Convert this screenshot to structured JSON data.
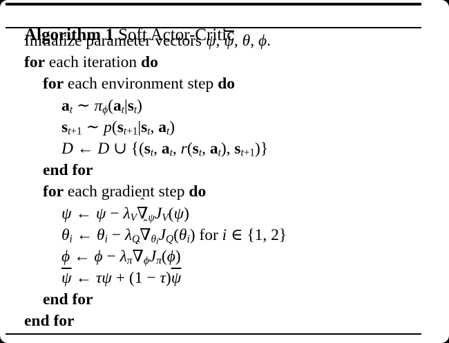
{
  "frame": {
    "outside_color": "#000000",
    "paper_color": "#ffffff",
    "text_color": "#000000"
  },
  "algorithm": {
    "header": {
      "label": "Algorithm 1",
      "title": " Soft Actor-Critic"
    },
    "symbols": {
      "hat": "ˆ"
    },
    "lines": [
      {
        "indent": 1,
        "seg": [
          {
            "t": "Initialize parameter vectors "
          },
          {
            "t": "ψ",
            "i": true
          },
          {
            "t": ", "
          },
          {
            "t": "ψ",
            "i": true,
            "bar": true
          },
          {
            "t": ", "
          },
          {
            "t": "θ",
            "i": true
          },
          {
            "t": ", "
          },
          {
            "t": "ϕ",
            "i": true
          },
          {
            "t": "."
          }
        ]
      },
      {
        "indent": 1,
        "seg": [
          {
            "t": "for",
            "b": true
          },
          {
            "t": " each iteration "
          },
          {
            "t": "do",
            "b": true
          }
        ]
      },
      {
        "indent": 2,
        "seg": [
          {
            "t": "for",
            "b": true
          },
          {
            "t": " each environment step "
          },
          {
            "t": "do",
            "b": true
          }
        ]
      },
      {
        "indent": 3,
        "seg": [
          {
            "t": "a",
            "b": true
          },
          {
            "t": "t",
            "i": true,
            "sub": true
          },
          {
            "t": " ∼ "
          },
          {
            "t": "π",
            "i": true
          },
          {
            "t": "ϕ",
            "i": true,
            "sub": true
          },
          {
            "t": "("
          },
          {
            "t": "a",
            "b": true
          },
          {
            "t": "t",
            "i": true,
            "sub": true
          },
          {
            "t": "|"
          },
          {
            "t": "s",
            "b": true
          },
          {
            "t": "t",
            "i": true,
            "sub": true
          },
          {
            "t": ")"
          }
        ]
      },
      {
        "indent": 3,
        "seg": [
          {
            "t": "s",
            "b": true
          },
          {
            "t": "t",
            "i": true,
            "sub": true
          },
          {
            "t": "+1",
            "sub": true
          },
          {
            "t": " ∼ "
          },
          {
            "t": "p",
            "i": true
          },
          {
            "t": "("
          },
          {
            "t": "s",
            "b": true
          },
          {
            "t": "t",
            "i": true,
            "sub": true
          },
          {
            "t": "+1",
            "sub": true
          },
          {
            "t": "|"
          },
          {
            "t": "s",
            "b": true
          },
          {
            "t": "t",
            "i": true,
            "sub": true
          },
          {
            "t": ", "
          },
          {
            "t": "a",
            "b": true
          },
          {
            "t": "t",
            "i": true,
            "sub": true
          },
          {
            "t": ")"
          }
        ]
      },
      {
        "indent": 3,
        "seg": [
          {
            "t": "D",
            "cal": true
          },
          {
            "t": " ← "
          },
          {
            "t": "D",
            "cal": true
          },
          {
            "t": " ∪ {("
          },
          {
            "t": "s",
            "b": true
          },
          {
            "t": "t",
            "i": true,
            "sub": true
          },
          {
            "t": ", "
          },
          {
            "t": "a",
            "b": true
          },
          {
            "t": "t",
            "i": true,
            "sub": true
          },
          {
            "t": ", "
          },
          {
            "t": "r",
            "i": true
          },
          {
            "t": "("
          },
          {
            "t": "s",
            "b": true
          },
          {
            "t": "t",
            "i": true,
            "sub": true
          },
          {
            "t": ", "
          },
          {
            "t": "a",
            "b": true
          },
          {
            "t": "t",
            "i": true,
            "sub": true
          },
          {
            "t": ")"
          },
          {
            "t": ", "
          },
          {
            "t": "s",
            "b": true
          },
          {
            "t": "t",
            "i": true,
            "sub": true
          },
          {
            "t": "+1",
            "sub": true
          },
          {
            "t": ")}"
          }
        ]
      },
      {
        "indent": 2,
        "seg": [
          {
            "t": "end for",
            "b": true
          }
        ]
      },
      {
        "indent": 2,
        "seg": [
          {
            "t": "for",
            "b": true
          },
          {
            "t": " each gradient step "
          },
          {
            "t": "do",
            "b": true
          }
        ]
      },
      {
        "indent": 3,
        "seg": [
          {
            "t": "ψ",
            "i": true
          },
          {
            "t": " ← "
          },
          {
            "t": "ψ",
            "i": true
          },
          {
            "t": " − "
          },
          {
            "t": "λ",
            "i": true
          },
          {
            "t": "V",
            "i": true,
            "sub": true
          },
          {
            "t": "∇",
            "hat": true
          },
          {
            "t": "ψ",
            "i": true,
            "sub": true
          },
          {
            "t": "J",
            "i": true
          },
          {
            "t": "V",
            "i": true,
            "sub": true
          },
          {
            "t": "("
          },
          {
            "t": "ψ",
            "i": true
          },
          {
            "t": ")"
          }
        ]
      },
      {
        "indent": 3,
        "seg": [
          {
            "t": "θ",
            "i": true
          },
          {
            "t": "i",
            "i": true,
            "sub": true
          },
          {
            "t": " ← "
          },
          {
            "t": "θ",
            "i": true
          },
          {
            "t": "i",
            "i": true,
            "sub": true
          },
          {
            "t": " − "
          },
          {
            "t": "λ",
            "i": true
          },
          {
            "t": "Q",
            "i": true,
            "sub": true
          },
          {
            "t": "∇",
            "hat": true
          },
          {
            "t": "θ",
            "i": true,
            "sub": true
          },
          {
            "t": "i",
            "i": true,
            "sub2": true
          },
          {
            "t": "J",
            "i": true
          },
          {
            "t": "Q",
            "i": true,
            "sub": true
          },
          {
            "t": "("
          },
          {
            "t": "θ",
            "i": true
          },
          {
            "t": "i",
            "i": true,
            "sub": true
          },
          {
            "t": ")"
          },
          {
            "t": " for "
          },
          {
            "t": "i",
            "i": true
          },
          {
            "t": " ∈ {1, 2}"
          }
        ]
      },
      {
        "indent": 3,
        "seg": [
          {
            "t": "ϕ",
            "i": true
          },
          {
            "t": " ← "
          },
          {
            "t": "ϕ",
            "i": true
          },
          {
            "t": " − "
          },
          {
            "t": "λ",
            "i": true
          },
          {
            "t": "π",
            "i": true,
            "sub": true
          },
          {
            "t": "∇",
            "hat": true
          },
          {
            "t": "ϕ",
            "i": true,
            "sub": true
          },
          {
            "t": "J",
            "i": true
          },
          {
            "t": "π",
            "i": true,
            "sub": true
          },
          {
            "t": "("
          },
          {
            "t": "ϕ",
            "i": true
          },
          {
            "t": ")"
          }
        ]
      },
      {
        "indent": 3,
        "seg": [
          {
            "t": "ψ",
            "i": true,
            "bar": true
          },
          {
            "t": " ← "
          },
          {
            "t": "τ",
            "i": true
          },
          {
            "t": "ψ",
            "i": true
          },
          {
            "t": " + (1 − "
          },
          {
            "t": "τ",
            "i": true
          },
          {
            "t": ")"
          },
          {
            "t": "ψ",
            "i": true,
            "bar": true
          }
        ]
      },
      {
        "indent": 2,
        "seg": [
          {
            "t": "end for",
            "b": true
          }
        ]
      },
      {
        "indent": 1,
        "seg": [
          {
            "t": "end for",
            "b": true
          }
        ]
      }
    ]
  }
}
